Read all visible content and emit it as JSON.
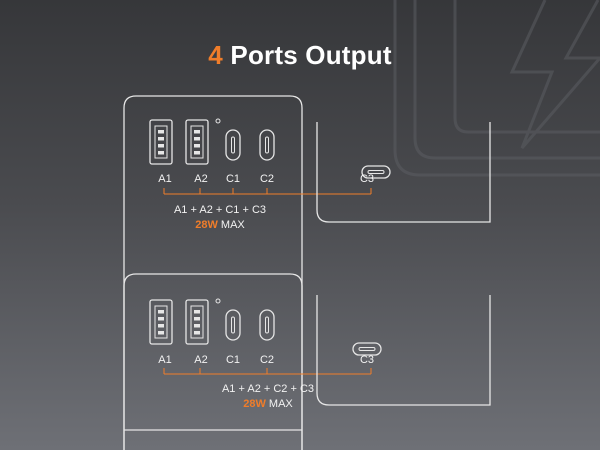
{
  "title": {
    "number": "4",
    "text": "Ports Output"
  },
  "accent_color": "#f07d2a",
  "ports": {
    "a1": "A1",
    "a2": "A2",
    "c1": "C1",
    "c2": "C2",
    "c3": "C3"
  },
  "combo_top": {
    "formula": "A1 + A2 + C1 + C3",
    "watt": "28W",
    "max": "MAX"
  },
  "combo_bottom": {
    "formula": "A1 + A2 + C2 + C3",
    "watt": "28W",
    "max": "MAX"
  }
}
